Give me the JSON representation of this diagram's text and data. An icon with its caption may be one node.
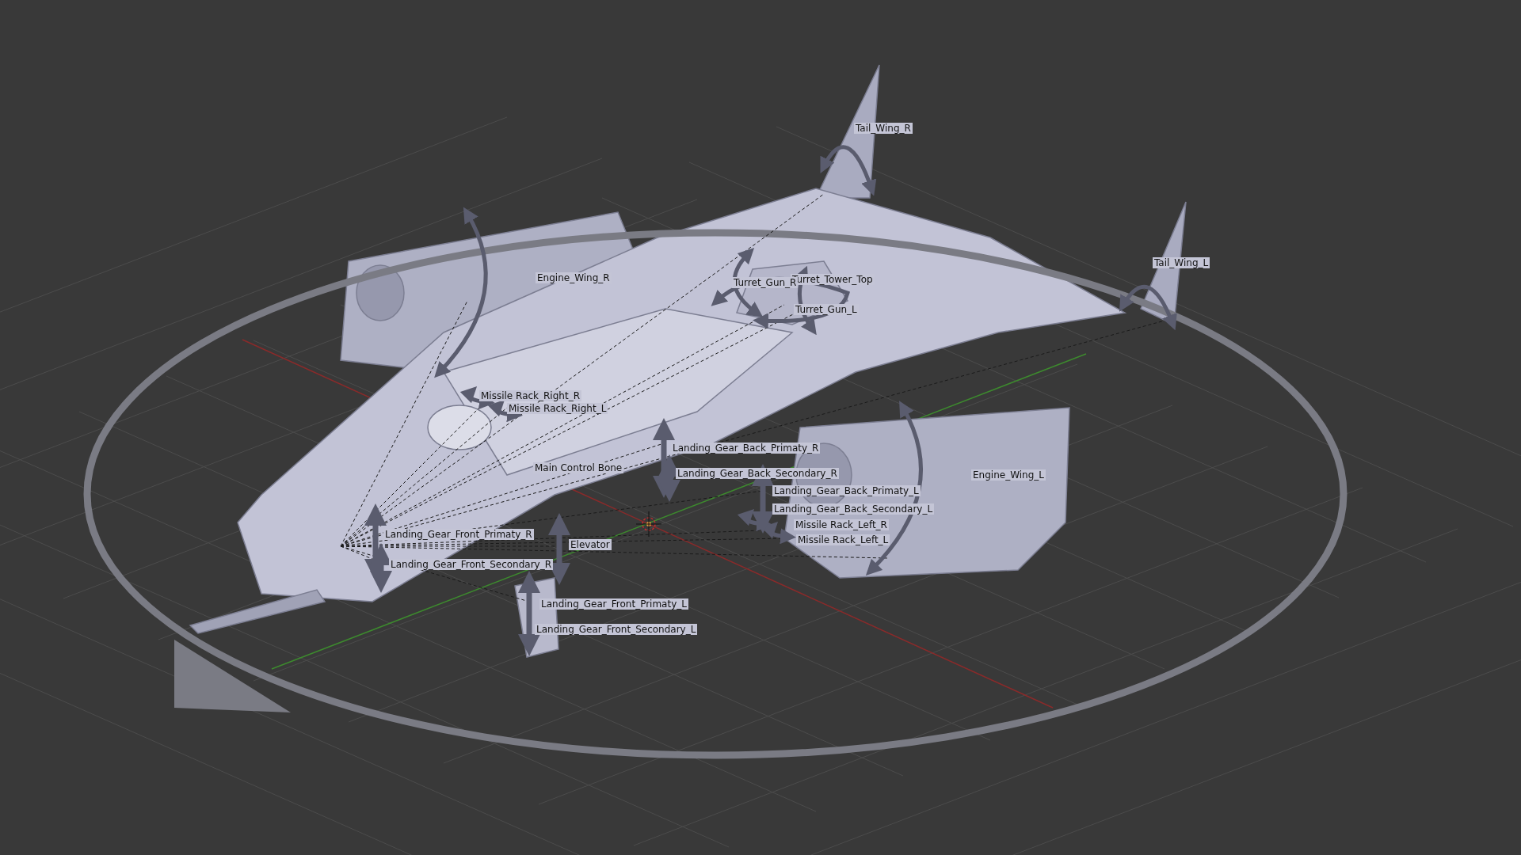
{
  "diagram": {
    "labels": [
      "Tail_Wing_R",
      "Tail_Wing_L",
      "Turret_Tower_Top",
      "Engine_Wing_R",
      "Turret_Gun_R",
      "Turret_Gun_L",
      "Missile Rack_Right_R",
      "Missile Rack_Right_L",
      "Landing_Gear_Back_Primaty_R",
      "Main Control Bone",
      "Landing_Gear_Back_Secondary_R",
      "Engine_Wing_L",
      "Landing_Gear_Back_Primaty_L",
      "Landing_Gear_Back_Secondary_L",
      "Missile Rack_Left_R",
      "Missile Rack_Left_L",
      "Landing_Gear_Front_Primaty_R",
      "Elevator",
      "Landing_Gear_Front_Secondary_R",
      "Landing_Gear_Front_Primaty_L",
      "Landing_Gear_Front_Secondary_L"
    ]
  }
}
